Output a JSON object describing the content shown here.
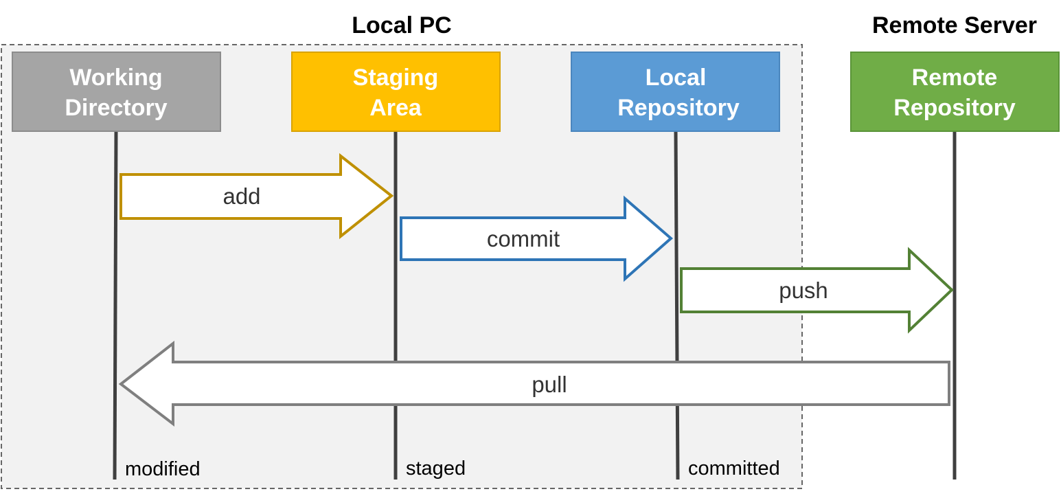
{
  "groups": {
    "local": {
      "title": "Local PC",
      "background": "#f2f2f2",
      "border": "#666666"
    },
    "remote": {
      "title": "Remote Server"
    }
  },
  "areas": [
    {
      "id": "working",
      "line1": "Working",
      "line2": "Directory",
      "fill": "#a5a5a5",
      "stroke": "#8c8c8c",
      "state": "modified"
    },
    {
      "id": "staging",
      "line1": "Staging",
      "line2": "Area",
      "fill": "#ffc000",
      "stroke": "#d9a300",
      "state": "staged"
    },
    {
      "id": "local-repo",
      "line1": "Local",
      "line2": "Repository",
      "fill": "#5b9bd5",
      "stroke": "#4a86be",
      "state": "committed"
    },
    {
      "id": "remote-repo",
      "line1": "Remote",
      "line2": "Repository",
      "fill": "#70ad47",
      "stroke": "#5a9438",
      "state": ""
    }
  ],
  "commands": [
    {
      "id": "add",
      "label": "add",
      "stroke": "#bf9000",
      "direction": "right"
    },
    {
      "id": "commit",
      "label": "commit",
      "stroke": "#2e75b6",
      "direction": "right"
    },
    {
      "id": "push",
      "label": "push",
      "stroke": "#538135",
      "direction": "right"
    },
    {
      "id": "pull",
      "label": "pull",
      "stroke": "#7f7f7f",
      "direction": "left"
    }
  ]
}
